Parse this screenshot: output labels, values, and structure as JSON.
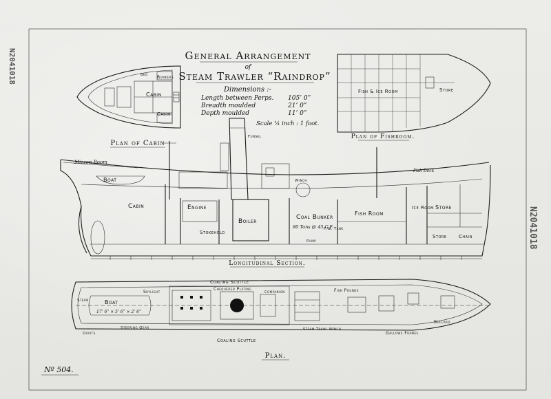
{
  "title": {
    "line1": "General Arrangement",
    "line2": "of",
    "line3": "Steam Trawler “Raindrop”"
  },
  "dimensions": {
    "heading": "Dimensions :-",
    "rows": [
      {
        "label": "Length between Perps.",
        "value": "105’ 0”"
      },
      {
        "label": "Breadth moulded",
        "value": "21’ 0”"
      },
      {
        "label": "Depth moulded",
        "value": "11’ 0”"
      }
    ],
    "scale": "Scale ¼ inch : 1 foot."
  },
  "views": {
    "plan_of_cabin": "Plan of Cabin",
    "plan_of_fishroom": "Plan of Fishroom.",
    "longitudinal_section": "Longitudinal Section.",
    "plan": "Plan."
  },
  "cabin_labels": {
    "cabin": "Cabin",
    "cabin_2": "Cabin",
    "bunkers": "Bunkers",
    "bed": "Bed"
  },
  "fishroom_labels": {
    "fish_ice_room": "Fish & Ice Room",
    "store": "Store"
  },
  "section_labels": {
    "mizzen_boom": "Mizzen Boom",
    "boat": "Boat",
    "cabin": "Cabin",
    "engine": "Engine",
    "stokehold": "Stokehold",
    "boiler": "Boiler",
    "coal_bunker": "Coal Bunker",
    "coal_capacity": "80 Tons @ 45 C.F.",
    "fish_room": "Fish Room",
    "ice_room": "Ice Room",
    "store": "Store",
    "store_2": "Store",
    "chain": "Chain",
    "fore_deck": "Fish Deck",
    "fw_tank": "F.W. Tank",
    "pump": "Pump",
    "winch": "Winch",
    "funnel": "Funnel"
  },
  "plan_labels": {
    "coaling_scuttle_top": "Coaling Scuttle",
    "coaling_scuttle_bottom": "Coaling Scuttle",
    "chequered_plating": "Chequered Plating",
    "skylight": "Skylight",
    "boat": "Boat",
    "boat_dims": "17’ 6” × 5’ 6” × 2’ 6”",
    "steering_gear": "Steering Gear",
    "davits": "Davits",
    "fish_pounds": "Fish Pounds",
    "gallows_frames": "Gallows Frames",
    "bollard": "Bollard",
    "steam_winch": "Steam Trawl Winch",
    "companion": "Companion",
    "stern": "Stern"
  },
  "drawing_no": "Nº 504.",
  "archive_stamp": "N2041018",
  "archive_stamp_top": "N2041018"
}
